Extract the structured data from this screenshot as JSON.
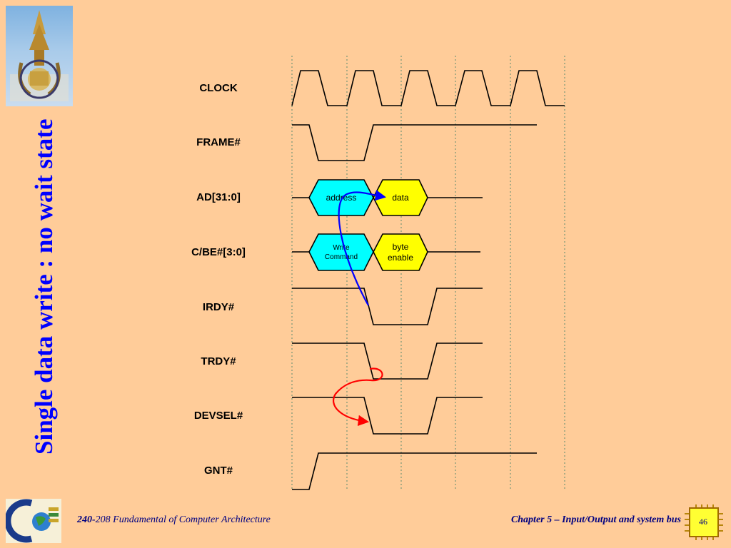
{
  "slide": {
    "title": "Single data write : no wait state",
    "page_number": "46"
  },
  "footer": {
    "course_number": "240-",
    "course_title": "208 Fundamental of Computer Architecture",
    "chapter": "Chapter 5 – Input/Output and system bus"
  },
  "signals": [
    {
      "name": "CLOCK"
    },
    {
      "name": "FRAME#"
    },
    {
      "name": "AD[31:0]"
    },
    {
      "name": "C/BE#[3:0]"
    },
    {
      "name": "IRDY#"
    },
    {
      "name": "TRDY#"
    },
    {
      "name": "DEVSEL#"
    },
    {
      "name": "GNT#"
    }
  ],
  "bus_phases": {
    "ad_address": "address",
    "ad_data": "data",
    "cbe_command_line1": "Write",
    "cbe_command_line2": "Command",
    "cbe_byte_line1": "byte",
    "cbe_byte_line2": "enable"
  },
  "colors": {
    "background": "#FFCC99",
    "title": "#0000FF",
    "footer_text": "#000080",
    "address_phase": "#00FFFF",
    "data_phase": "#FFFF00",
    "arrow_blue": "#0000FF",
    "arrow_red": "#FF0000"
  },
  "icons": {
    "top_logo": "university-crest-icon",
    "bottom_logo": "course-globe-logo-icon",
    "page_chip": "microchip-icon"
  }
}
